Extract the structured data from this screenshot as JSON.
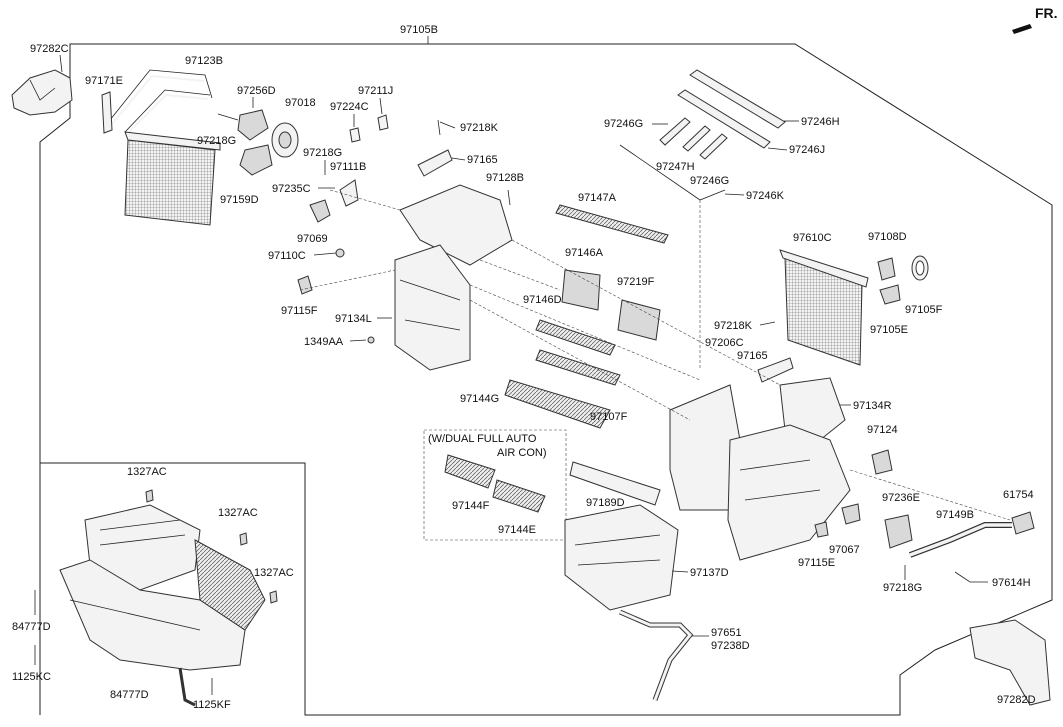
{
  "fr_label": "FR.",
  "note": {
    "line1": "(W/DUAL FULL AUTO",
    "line2": "AIR CON)"
  },
  "parts": {
    "p97105B": "97105B",
    "p97282C": "97282C",
    "p97123B": "97123B",
    "p97171E": "97171E",
    "p97256D": "97256D",
    "p97018": "97018",
    "p97211J": "97211J",
    "p97224C": "97224C",
    "p97218K_a": "97218K",
    "p97218G_a": "97218G",
    "p97218G_b": "97218G",
    "p97165_a": "97165",
    "p97111B": "97111B",
    "p97128B": "97128B",
    "p97235C": "97235C",
    "p97159D": "97159D",
    "p97069": "97069",
    "p97110C": "97110C",
    "p97115F": "97115F",
    "p97134L": "97134L",
    "p1349AA": "1349AA",
    "p97147A": "97147A",
    "p97146A": "97146A",
    "p97219F": "97219F",
    "p97146D": "97146D",
    "p97144G": "97144G",
    "p97107F": "97107F",
    "p97144F": "97144F",
    "p97144E": "97144E",
    "p97189D": "97189D",
    "p97137D": "97137D",
    "p97651": "97651",
    "p97238D": "97238D",
    "p97246G_a": "97246G",
    "p97246H": "97246H",
    "p97246J": "97246J",
    "p97247H": "97247H",
    "p97246G_b": "97246G",
    "p97246K": "97246K",
    "p97610C": "97610C",
    "p97108D": "97108D",
    "p97105F": "97105F",
    "p97105E": "97105E",
    "p97218K_b": "97218K",
    "p97206C": "97206C",
    "p97165_b": "97165",
    "p97134R": "97134R",
    "p97124": "97124",
    "p97236E": "97236E",
    "p61754": "61754",
    "p97149B": "97149B",
    "p97067": "97067",
    "p97115E": "97115E",
    "p97218G_c": "97218G",
    "p97614H": "97614H",
    "p97282D": "97282D",
    "p1327AC_a": "1327AC",
    "p1327AC_b": "1327AC",
    "p1327AC_c": "1327AC",
    "p84777D_a": "84777D",
    "p84777D_b": "84777D",
    "p1125KC": "1125KC",
    "p1125KF": "1125KF"
  }
}
